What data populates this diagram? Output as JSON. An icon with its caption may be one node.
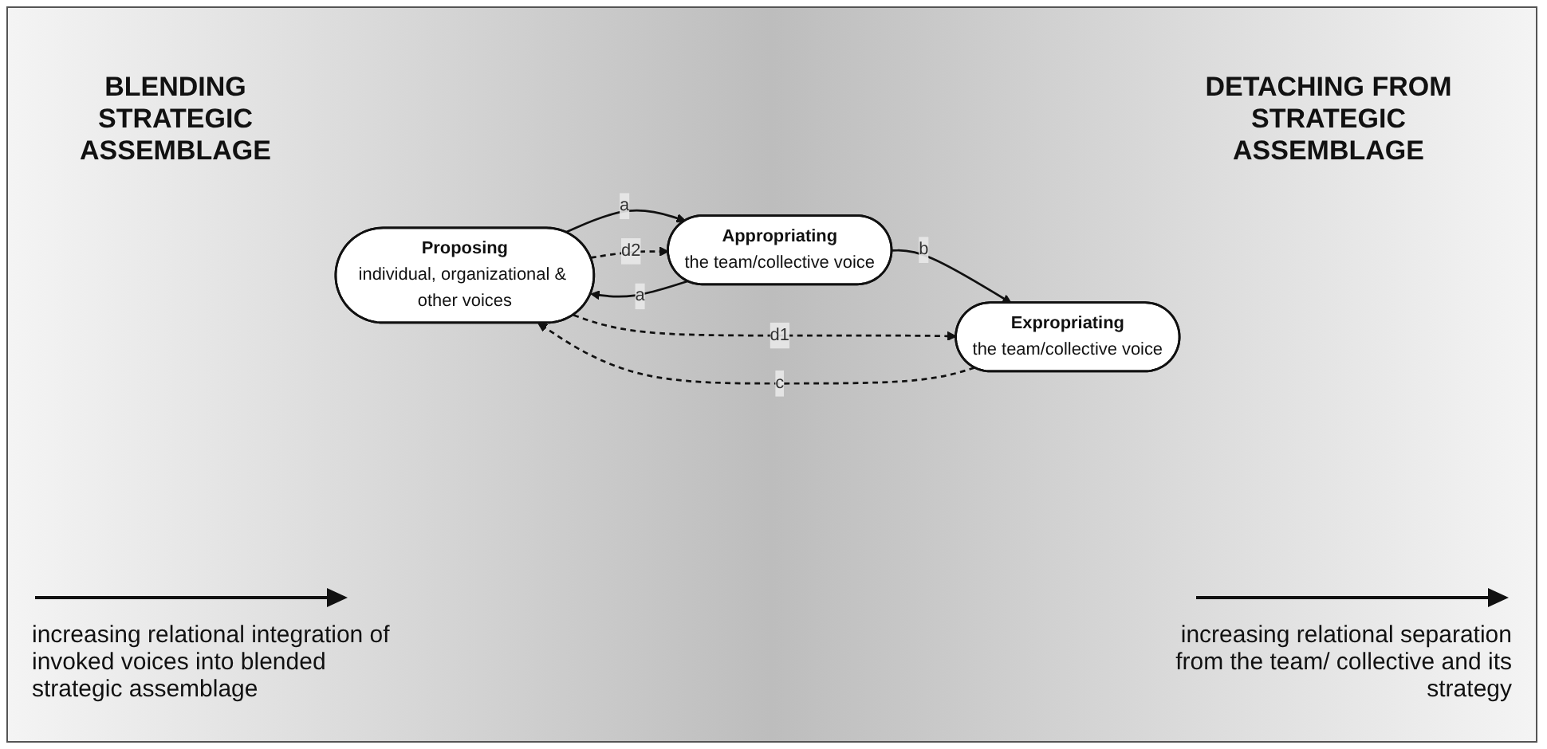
{
  "diagram": {
    "nodes": [
      {
        "text": [
          "Proposing",
          "individual, organizational & other voices"
        ]
      },
      {
        "text": [
          "Appropriating",
          "the team/collective voice"
        ]
      },
      {
        "text": [
          "Expropriating",
          "the team/collective voice"
        ]
      }
    ],
    "edges": [
      {
        "from": 1,
        "to": 0,
        "arrow": "to",
        "label": "a"
      },
      {
        "from": 0,
        "to": 1,
        "arrow": "to",
        "label": "a"
      },
      {
        "from": 1,
        "to": 2,
        "arrow": "to",
        "label": "b"
      },
      {
        "from": 2,
        "to": 0,
        "arrow": "to",
        "label": "c",
        "style": "dashed"
      },
      {
        "from": 0,
        "to": 1,
        "arrow": "to",
        "label": "d2",
        "style": "dashed"
      },
      {
        "from": 0,
        "to": 2,
        "arrow": "to",
        "label": "d1",
        "style": "dashed"
      }
    ],
    "labels": [
      "BLENDING STRATEGIC ASSEMBLAGE",
      "DETACHING FROM STRATEGIC ASSEMBLAGE",
      "increasing relational integration of invoked voices into blended strategic assemblage",
      "increasing relational separation from the team/ collective and its strategy"
    ]
  }
}
